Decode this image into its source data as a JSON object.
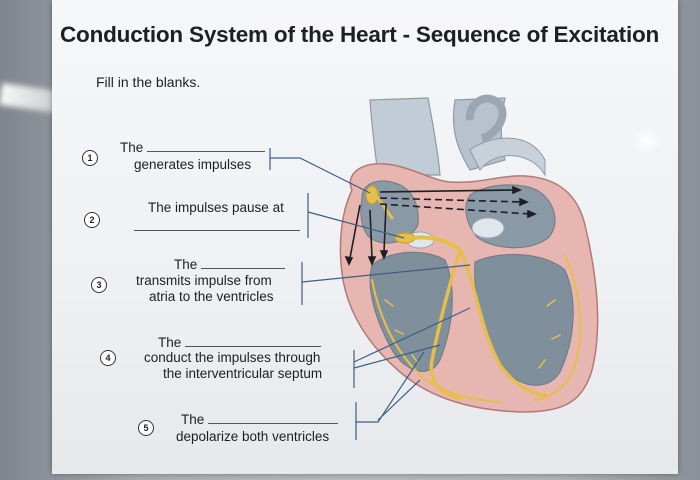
{
  "title": "Conduction System of the Heart - Sequence of Excitation",
  "instructions": "Fill in the blanks.",
  "items": [
    {
      "number": "1",
      "line1": "The",
      "line2": "generates impulses"
    },
    {
      "number": "2",
      "line1": "The impulses pause at"
    },
    {
      "number": "3",
      "line1": "The",
      "line2": "transmits impulse from",
      "line3": "atria to the ventricles"
    },
    {
      "number": "4",
      "line1": "The",
      "line2": "conduct the impulses through",
      "line3": "the interventricular septum"
    },
    {
      "number": "5",
      "line1": "The",
      "line2": "depolarize both ventricles"
    }
  ],
  "colors": {
    "myocardium": "#e8b6b0",
    "conduction_path": "#e6bf4a",
    "chamber_interior": "#8a99a6",
    "vessels": "#bcc7d2",
    "leader_lines": "#3c5f86"
  }
}
